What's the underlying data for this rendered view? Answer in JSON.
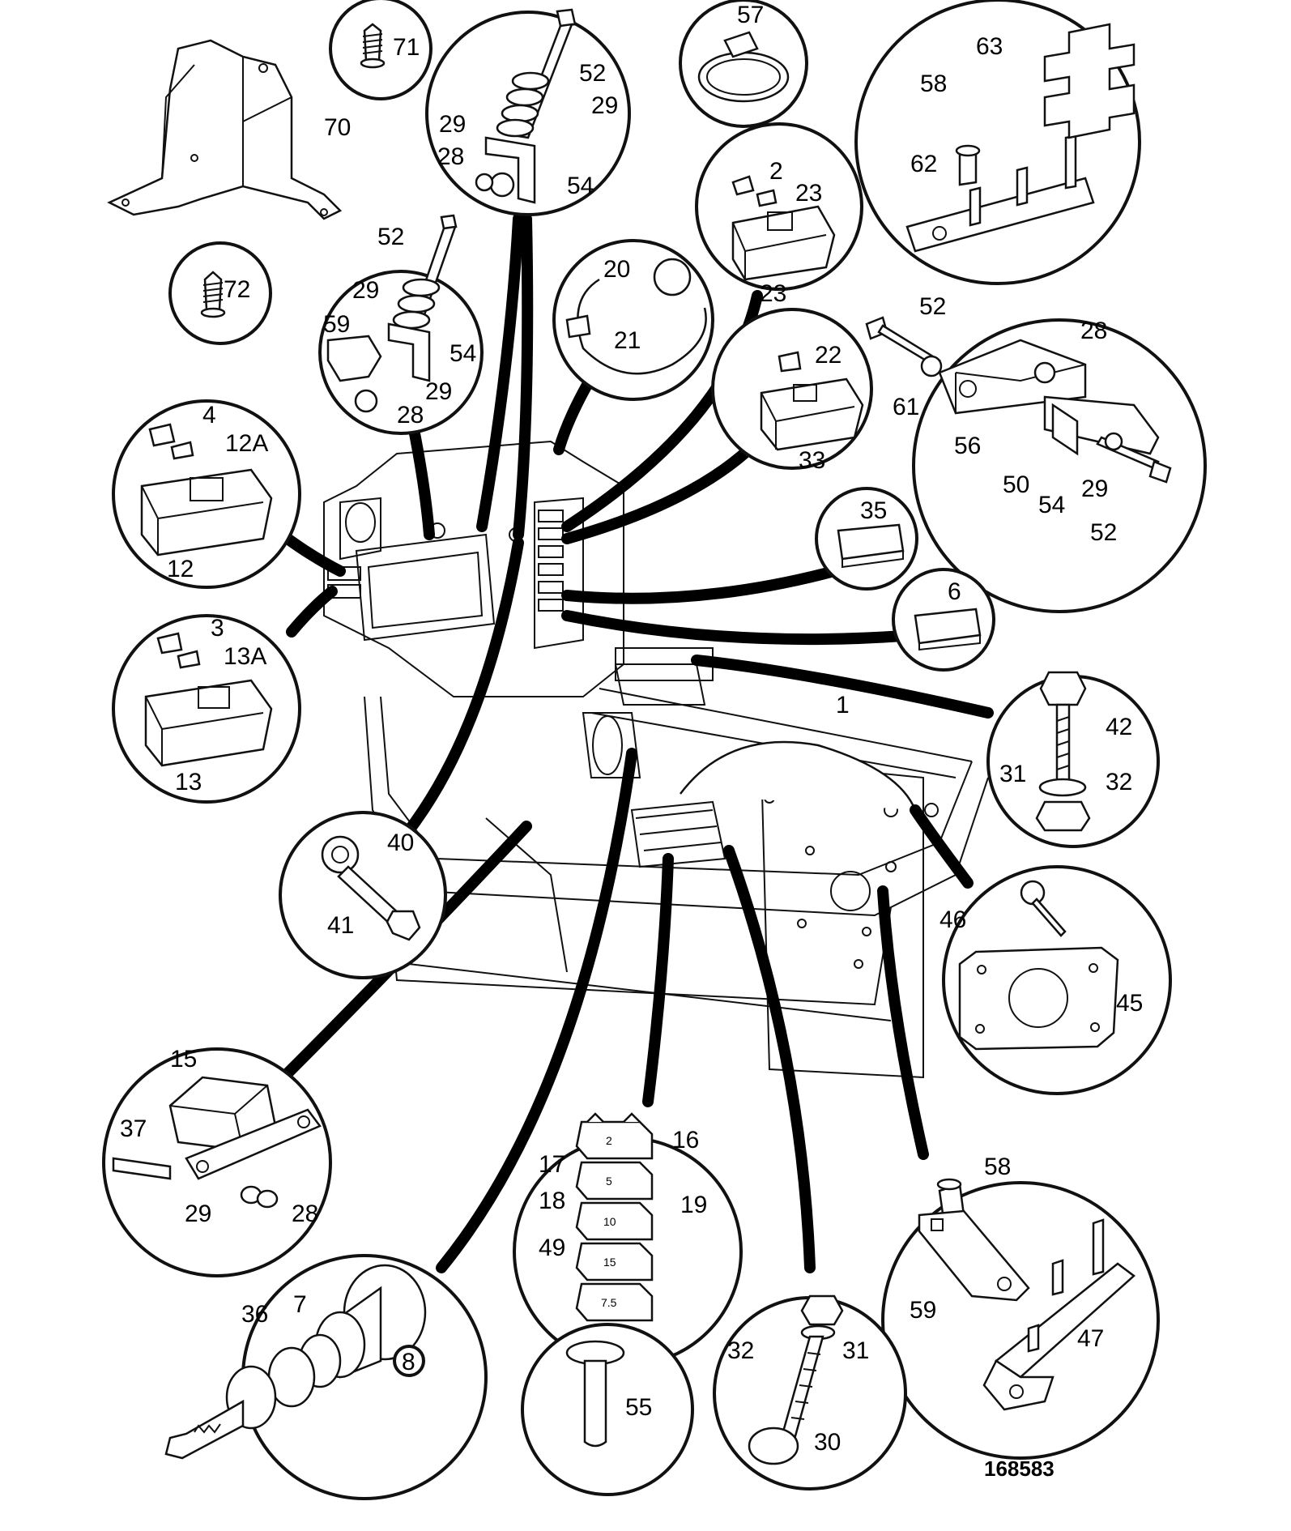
{
  "drawing_number": "168583",
  "labels": {
    "l70": "70",
    "l71": "71",
    "l72": "72",
    "l52a": "52",
    "l29a": "29",
    "l29b": "29",
    "l28a": "28",
    "l54a": "54",
    "l57": "57",
    "l63": "63",
    "l58a": "58",
    "l62": "62",
    "l2": "2",
    "l23a": "23",
    "l23b": "23",
    "l20": "20",
    "l21": "21",
    "l52b": "52",
    "l29c": "29",
    "l59a": "59",
    "l54b": "54",
    "l29d": "29",
    "l28b": "28",
    "l4": "4",
    "l12a": "12A",
    "l12": "12",
    "l22": "22",
    "l33": "33",
    "l52c": "52",
    "l28c": "28",
    "l61": "61",
    "l56": "56",
    "l50": "50",
    "l54c": "54",
    "l29e": "29",
    "l52d": "52",
    "l35": "35",
    "l6": "6",
    "l3": "3",
    "l13a": "13A",
    "l13": "13",
    "l42": "42",
    "l31a": "31",
    "l32a": "32",
    "l1": "1",
    "l40": "40",
    "l41": "41",
    "l46": "46",
    "l45": "45",
    "l15": "15",
    "l37": "37",
    "l29f": "29",
    "l28d": "28",
    "l16": "16",
    "l17": "17",
    "l18": "18",
    "l19": "19",
    "l49": "49",
    "l58b": "58",
    "l59b": "59",
    "l47": "47",
    "l7": "7",
    "l36": "36",
    "l8": "8",
    "l55": "55",
    "l32b": "32",
    "l31b": "31",
    "l30": "30"
  },
  "fuse_marks": {
    "f16": "2",
    "f17": "5",
    "f18": "10",
    "f19": "15",
    "f49": "7.5"
  }
}
